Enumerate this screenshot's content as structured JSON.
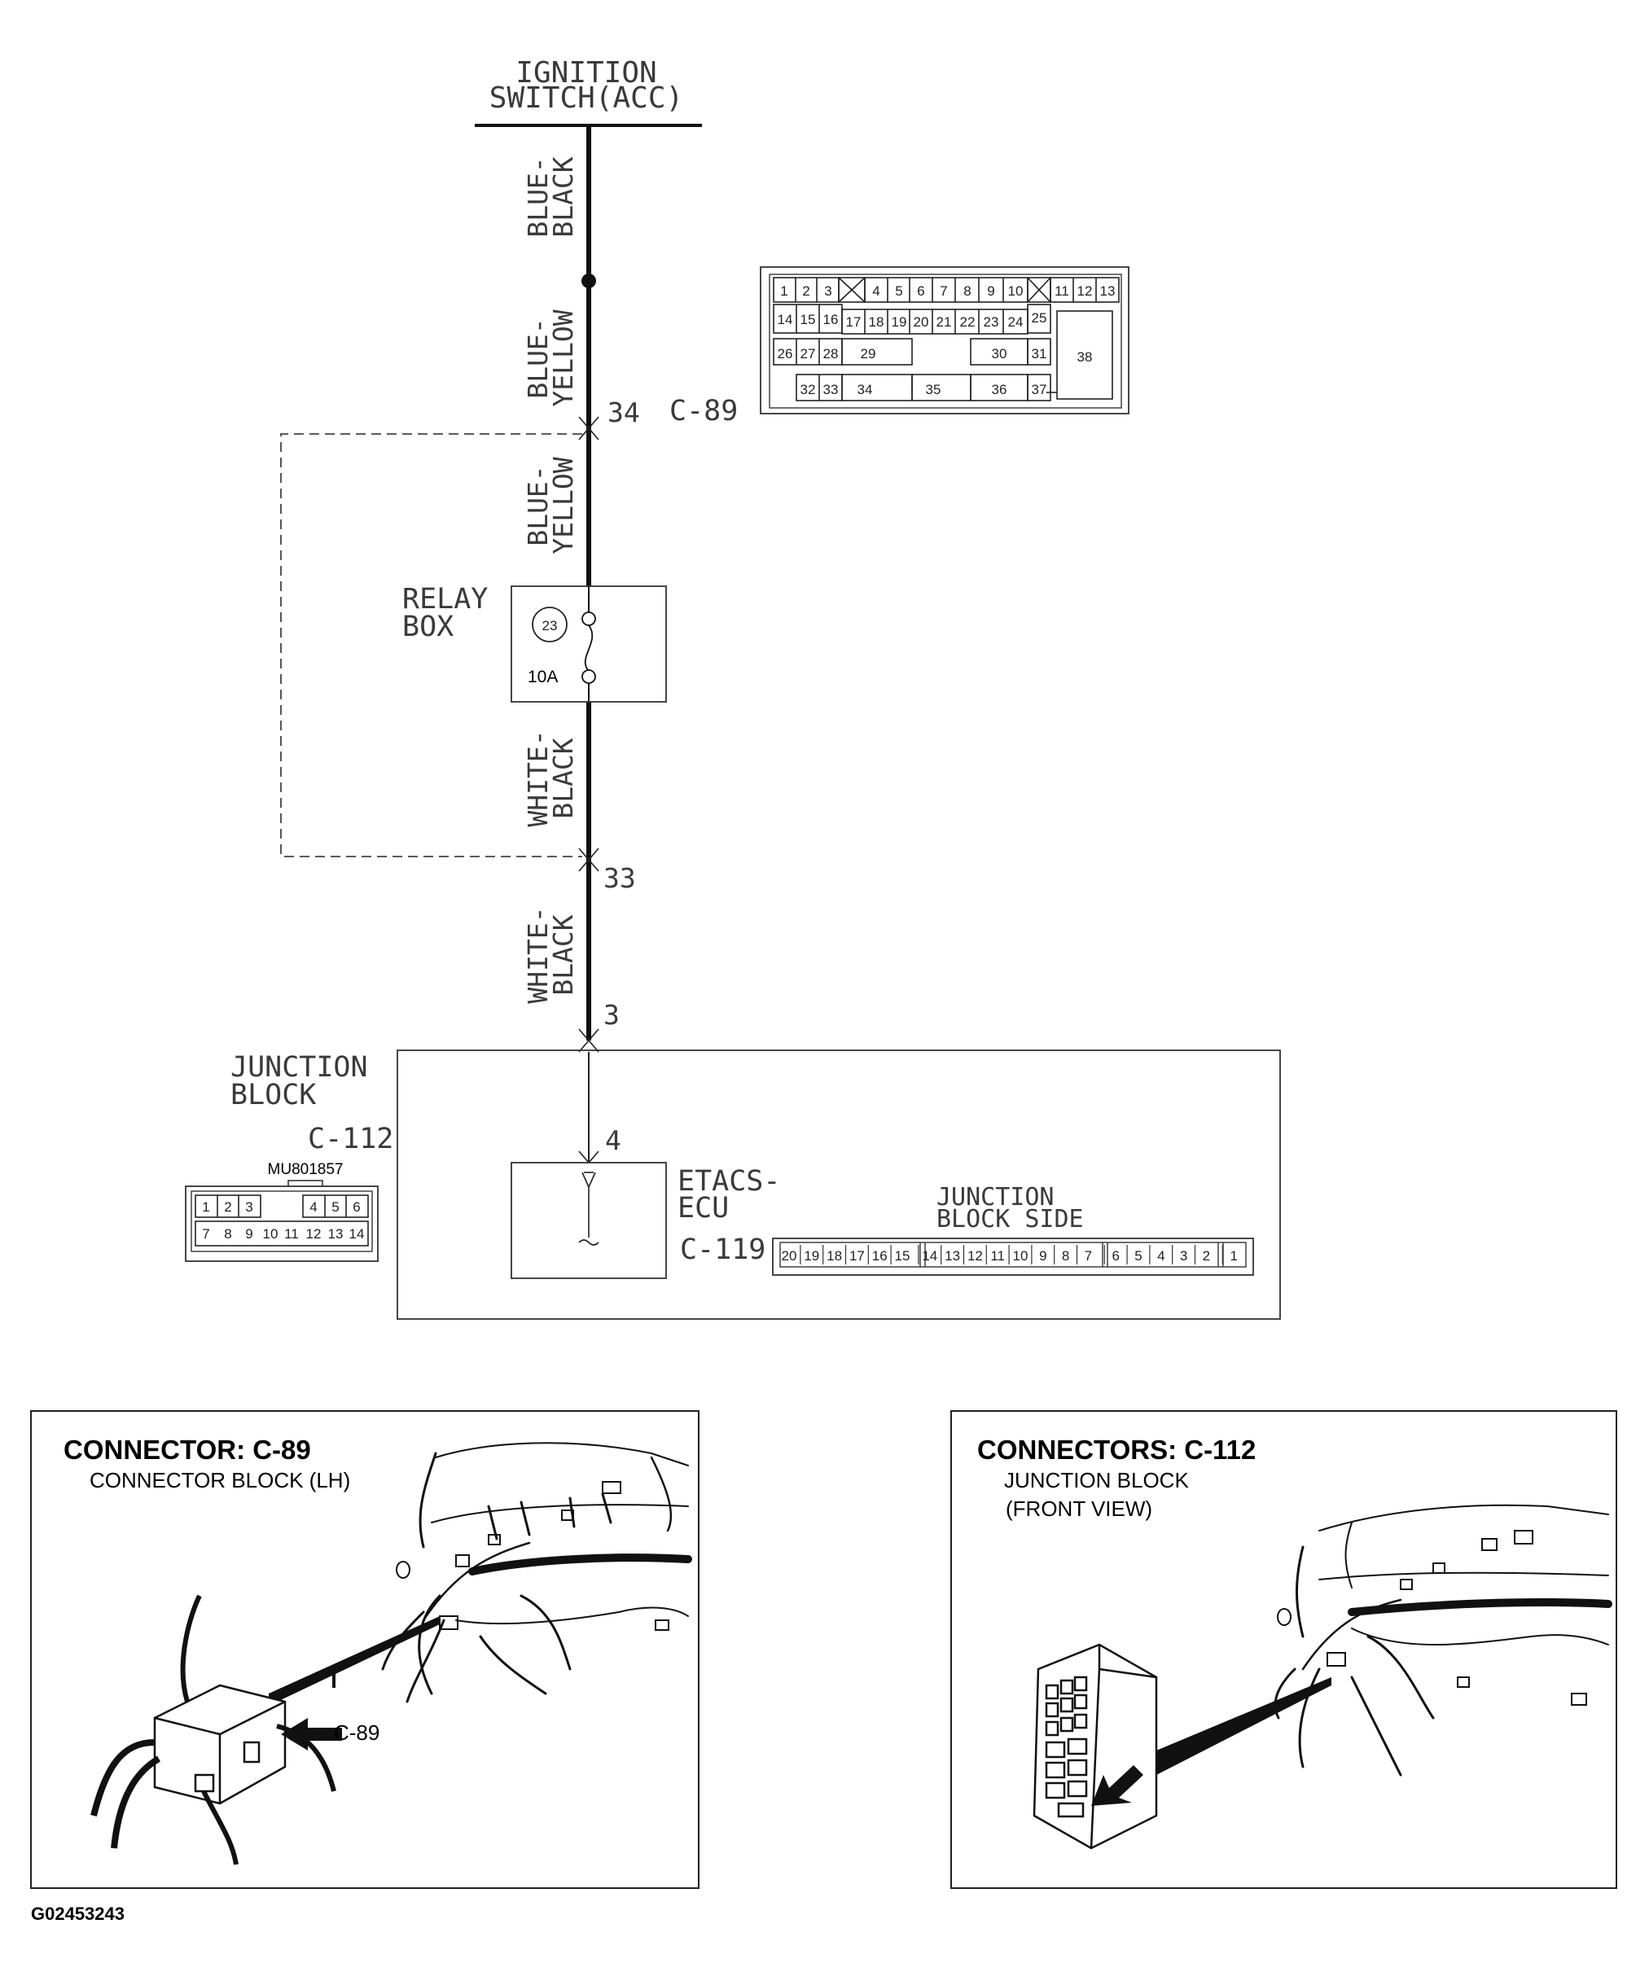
{
  "ignition": {
    "line1": "IGNITION",
    "line2": "SWITCH(ACC)"
  },
  "wires": {
    "w1": {
      "line1": "BLUE-",
      "line2": "BLACK"
    },
    "w2": {
      "line1": "BLUE-",
      "line2": "YELLOW"
    },
    "w3": {
      "line1": "BLUE-",
      "line2": "YELLOW"
    },
    "w4": {
      "line1": "WHITE-",
      "line2": "BLACK"
    },
    "w5": {
      "line1": "WHITE-",
      "line2": "BLACK"
    }
  },
  "pins": {
    "p34": "34",
    "p33": "33",
    "p3": "3",
    "p4": "4"
  },
  "relay_box": {
    "line1": "RELAY",
    "line2": "BOX",
    "fuse_number": "23",
    "fuse_rating": "10A"
  },
  "connector_c89": {
    "label": "C-89",
    "row1": [
      "1",
      "2",
      "3",
      "4",
      "5",
      "6",
      "7",
      "8",
      "9",
      "10",
      "11",
      "12",
      "13"
    ],
    "row2": [
      "14",
      "15",
      "16",
      "17",
      "18",
      "19",
      "20",
      "21",
      "22",
      "23",
      "24",
      "25"
    ],
    "row3": [
      "26",
      "27",
      "28",
      "29",
      "30",
      "31"
    ],
    "row4": [
      "32",
      "33",
      "34",
      "35",
      "36",
      "37"
    ],
    "big": "38"
  },
  "junction_block": {
    "line1": "JUNCTION",
    "line2": "BLOCK",
    "connector_label": "C-112",
    "part_number": "MU801857"
  },
  "connector_c112": {
    "row1": [
      "1",
      "2",
      "3",
      "4",
      "5",
      "6"
    ],
    "row2": [
      "7",
      "8",
      "9",
      "10",
      "11",
      "12",
      "13",
      "14"
    ]
  },
  "etacs": {
    "line1": "ETACS-",
    "line2": "ECU",
    "connector_label": "C-119"
  },
  "jb_side": {
    "line1": "JUNCTION",
    "line2": "BLOCK SIDE",
    "pins": [
      "20",
      "19",
      "18",
      "17",
      "16",
      "15",
      "14",
      "13",
      "12",
      "11",
      "10",
      "9",
      "8",
      "7",
      "6",
      "5",
      "4",
      "3",
      "2",
      "1"
    ]
  },
  "panel_left": {
    "title": "CONNECTOR: C-89",
    "subtitle": "CONNECTOR BLOCK (LH)",
    "callout": "C-89"
  },
  "panel_right": {
    "title": "CONNECTORS: C-112",
    "subtitle1": "JUNCTION BLOCK",
    "subtitle2": "(FRONT VIEW)"
  },
  "figure_id": "G02453243"
}
